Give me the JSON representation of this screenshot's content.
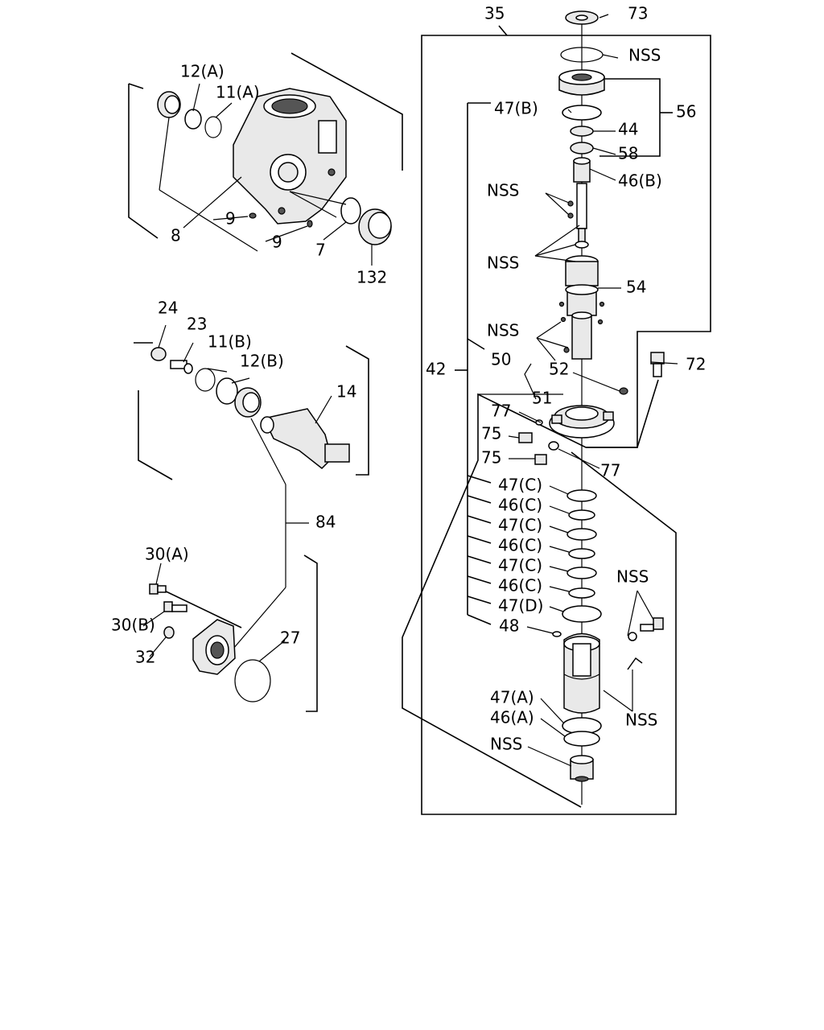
{
  "labels": [
    {
      "text": "35"
    },
    {
      "text": "73"
    },
    {
      "text": "NSS"
    },
    {
      "text": "56"
    },
    {
      "text": "47(B)"
    },
    {
      "text": "44"
    },
    {
      "text": "58"
    },
    {
      "text": "46(B)"
    },
    {
      "text": "NSS"
    },
    {
      "text": "NSS"
    },
    {
      "text": "54"
    },
    {
      "text": "NSS"
    },
    {
      "text": "42"
    },
    {
      "text": "50"
    },
    {
      "text": "52"
    },
    {
      "text": "72"
    },
    {
      "text": "51"
    },
    {
      "text": "77"
    },
    {
      "text": "75"
    },
    {
      "text": "75"
    },
    {
      "text": "77"
    },
    {
      "text": "47(C)"
    },
    {
      "text": "46(C)"
    },
    {
      "text": "47(C)"
    },
    {
      "text": "46(C)"
    },
    {
      "text": "47(C)"
    },
    {
      "text": "46(C)"
    },
    {
      "text": "47(D)"
    },
    {
      "text": "48"
    },
    {
      "text": "NSS"
    },
    {
      "text": "NSS"
    },
    {
      "text": "47(A)"
    },
    {
      "text": "46(A)"
    },
    {
      "text": "NSS"
    },
    {
      "text": "12(A)"
    },
    {
      "text": "11(A)"
    },
    {
      "text": "9"
    },
    {
      "text": "8"
    },
    {
      "text": "9"
    },
    {
      "text": "7"
    },
    {
      "text": "132"
    },
    {
      "text": "24"
    },
    {
      "text": "23"
    },
    {
      "text": "11(B)"
    },
    {
      "text": "12(B)"
    },
    {
      "text": "14"
    },
    {
      "text": "84"
    },
    {
      "text": "30(A)"
    },
    {
      "text": "30(B)"
    },
    {
      "text": "32"
    },
    {
      "text": "27"
    }
  ]
}
